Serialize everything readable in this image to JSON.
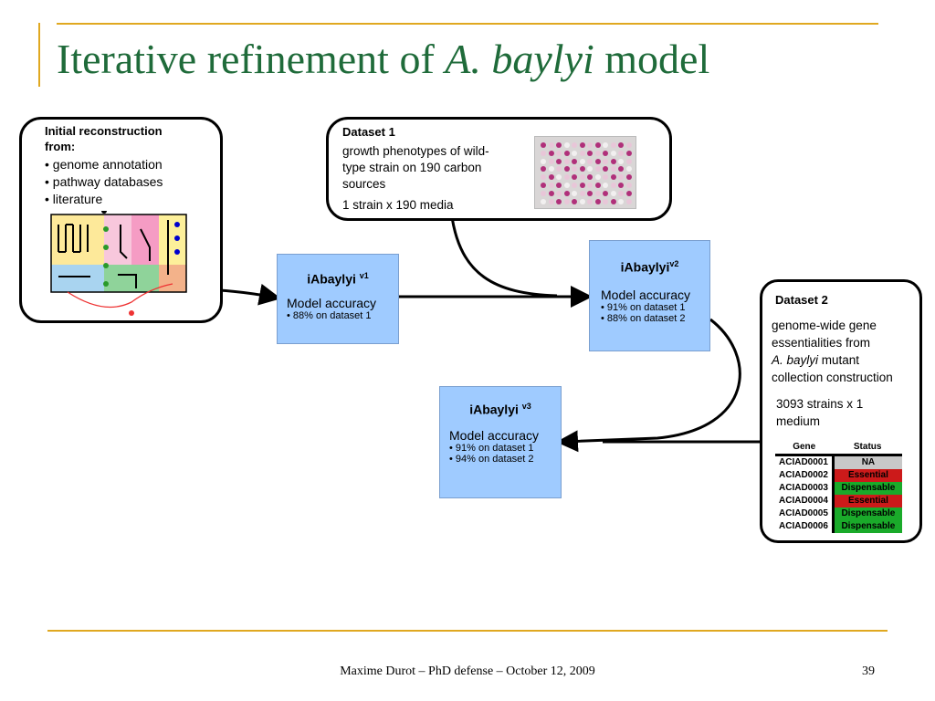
{
  "slide": {
    "title_prefix": "Iterative refinement of ",
    "title_italic": "A. baylyi",
    "title_suffix": " model",
    "footer": "Maxime Durot – PhD defense – October 12, 2009",
    "page_number": "39"
  },
  "initial": {
    "heading_line1": "Initial reconstruction",
    "heading_line2": "from:",
    "bullets": [
      "• genome annotation",
      "• pathway databases",
      "• literature"
    ]
  },
  "dataset1": {
    "title": "Dataset 1",
    "desc_lines": [
      "growth phenotypes of wild-",
      "type strain on 190 carbon",
      "sources"
    ],
    "size": "1 strain x 190 media"
  },
  "dataset2": {
    "title": "Dataset 2",
    "desc_line1": "genome-wide gene",
    "desc_line2": "essentialities from",
    "desc_italic": "A. baylyi",
    "desc_line3_rest": " mutant",
    "desc_line4": "collection construction",
    "size_line1": "3093 strains x 1",
    "size_line2": "medium",
    "table_headers": [
      "Gene",
      "Status"
    ],
    "rows": [
      {
        "gene": "ACIAD0001",
        "status": "NA",
        "color": "#c8c8c8"
      },
      {
        "gene": "ACIAD0002",
        "status": "Essential",
        "color": "#cc1a1a"
      },
      {
        "gene": "ACIAD0003",
        "status": "Dispensable",
        "color": "#1aaa2a"
      },
      {
        "gene": "ACIAD0004",
        "status": "Essential",
        "color": "#cc1a1a"
      },
      {
        "gene": "ACIAD0005",
        "status": "Dispensable",
        "color": "#1aaa2a"
      },
      {
        "gene": "ACIAD0006",
        "status": "Dispensable",
        "color": "#1aaa2a"
      }
    ]
  },
  "models": [
    {
      "name": "iAbaylyi ",
      "version": "v1",
      "accuracy_label": "Model accuracy",
      "lines": [
        "• 88% on dataset 1"
      ]
    },
    {
      "name": "iAbaylyi",
      "version": "v2",
      "accuracy_label": "Model accuracy",
      "lines": [
        "• 91% on dataset 1",
        "• 88% on dataset 2"
      ]
    },
    {
      "name": "iAbaylyi ",
      "version": "v3",
      "accuracy_label": "Model accuracy",
      "lines": [
        "• 91% on dataset 1",
        "• 94% on dataset 2"
      ]
    }
  ],
  "colors": {
    "title": "#1f6b3a",
    "rule": "#e0a820",
    "model_box": "#9fcbff"
  }
}
